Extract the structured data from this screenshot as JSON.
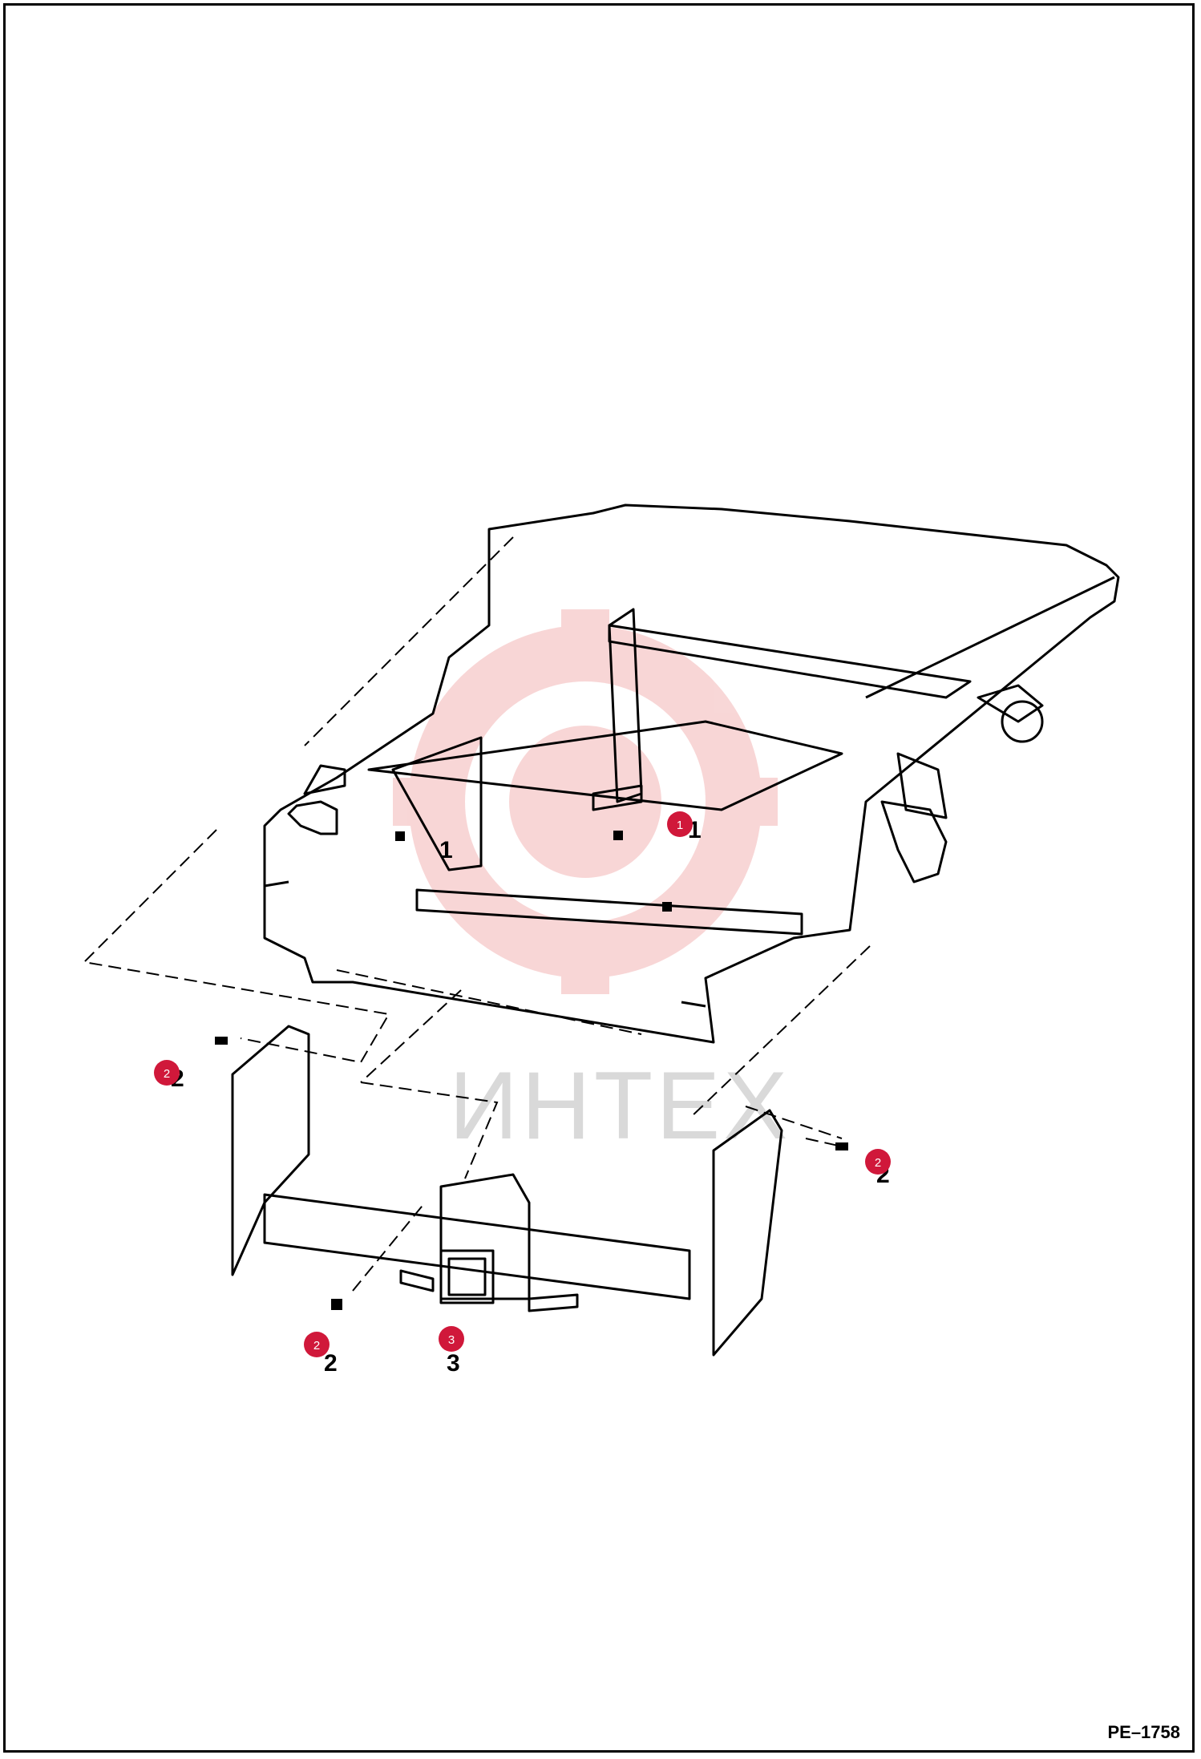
{
  "drawing_code": "PE–1758",
  "watermark": {
    "text": "ИНТЕХ",
    "color": "#f2b8b8"
  },
  "hotspot_color": "#d0183a",
  "callouts": [
    {
      "id": "c1",
      "number": "1",
      "label": "1"
    },
    {
      "id": "c2",
      "number": "1",
      "label": "1"
    },
    {
      "id": "c3",
      "number": "2",
      "label": "2"
    },
    {
      "id": "c4",
      "number": "2",
      "label": "2"
    },
    {
      "id": "c5",
      "number": "2",
      "label": "2"
    },
    {
      "id": "c6",
      "number": "3",
      "label": "3"
    }
  ]
}
